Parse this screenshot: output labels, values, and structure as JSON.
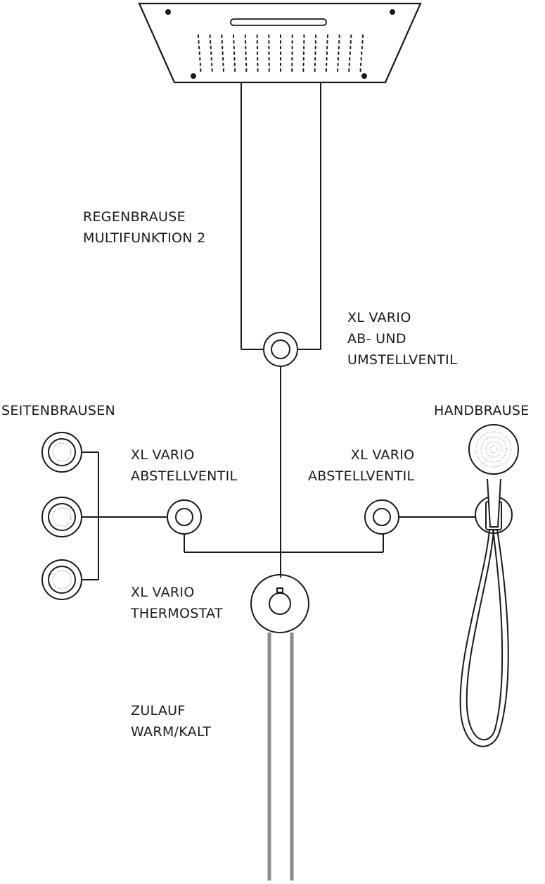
{
  "labels": {
    "regenbrause": [
      "REGENBRAUSE",
      "MULTIFUNKTION 2"
    ],
    "umstellventil": [
      "XL VARIO",
      "AB- UND",
      "UMSTELLVENTIL"
    ],
    "seitenbrausen": [
      "SEITENBRAUSEN"
    ],
    "handbrause": [
      "HANDBRAUSE"
    ],
    "abstellventil_left": [
      "XL VARIO",
      "ABSTELLVENTIL"
    ],
    "abstellventil_right": [
      "XL VARIO",
      "ABSTELLVENTIL"
    ],
    "thermostat": [
      "XL VARIO",
      "THERMOSTAT"
    ],
    "zulauf": [
      "ZULAUF",
      "WARM/KALT"
    ]
  },
  "colors": {
    "line": "#1a1a1a",
    "supply_pipe": "#8a8a8a",
    "background": "#ffffff"
  }
}
